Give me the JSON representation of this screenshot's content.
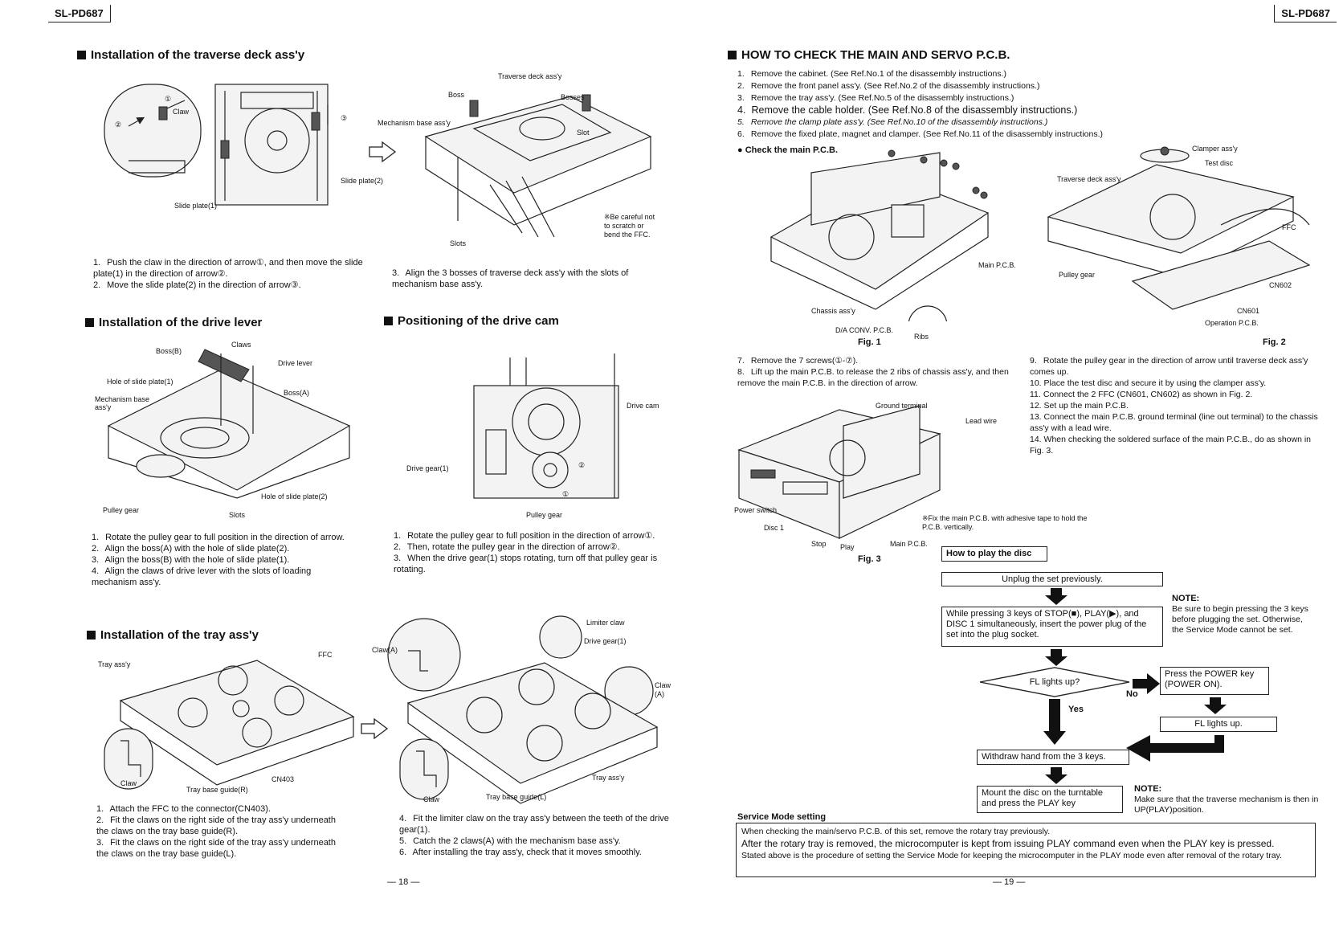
{
  "model": "SL-PD687",
  "left": {
    "traverse": {
      "title": "Installation of the traverse deck ass'y",
      "labels": {
        "claw": "Claw",
        "circle1": "①",
        "circle2": "②",
        "circle3": "③",
        "slide_plate1": "Slide plate(1)",
        "slide_plate2": "Slide plate(2)",
        "traverse_deck": "Traverse deck ass'y",
        "boss": "Boss",
        "bosses": "Bosses",
        "mechanism_base": "Mechanism base ass'y",
        "slot": "Slot",
        "slots": "Slots",
        "note": "※Be careful not to scratch or bend the FFC."
      },
      "steps_a": [
        {
          "n": "1.",
          "t": "Push the claw in the direction of arrow①, and then move the slide plate(1) in the direction of arrow②."
        },
        {
          "n": "2.",
          "t": "Move the slide plate(2) in the direction of arrow③."
        }
      ],
      "steps_b": [
        {
          "n": "3.",
          "t": "Align the 3 bosses of traverse deck ass'y with the slots of mechanism base ass'y."
        }
      ]
    },
    "drive_lever": {
      "title": "Installation of the drive lever",
      "labels": {
        "claws": "Claws",
        "boss_b": "Boss(B)",
        "drive_lever": "Drive lever",
        "hole1": "Hole of slide plate(1)",
        "boss_a": "Boss(A)",
        "mech_base": "Mechanism base ass'y",
        "pulley": "Pulley gear",
        "slots": "Slots",
        "hole2": "Hole of slide plate(2)"
      },
      "steps": [
        {
          "n": "1.",
          "t": "Rotate the pulley gear to full position in the direction of arrow."
        },
        {
          "n": "2.",
          "t": "Align the boss(A) with the hole of slide plate(2)."
        },
        {
          "n": "3.",
          "t": "Align the boss(B) with the hole of slide plate(1)."
        },
        {
          "n": "4.",
          "t": "Align the claws of drive lever with the slots of loading mechanism ass'y."
        }
      ]
    },
    "drive_cam": {
      "title": "Positioning of the drive cam",
      "labels": {
        "drive_cam": "Drive cam",
        "drive_gear1": "Drive gear(1)",
        "pulley": "Pulley gear",
        "c1": "①",
        "c2": "②"
      },
      "steps": [
        {
          "n": "1.",
          "t": "Rotate the pulley gear to full position in the direction of arrow①."
        },
        {
          "n": "2.",
          "t": "Then, rotate the pulley gear in the direction of arrow②."
        },
        {
          "n": "3.",
          "t": "When the drive gear(1) stops rotating, turn off that pulley gear is rotating."
        }
      ]
    },
    "tray": {
      "title": "Installation of the tray ass'y",
      "labels": {
        "tray_assy": "Tray ass'y",
        "ffc": "FFC",
        "claw": "Claw",
        "tray_base_r": "Tray base guide(R)",
        "cn403": "CN403",
        "claw_a": "Claw(A)",
        "limiter": "Limiter claw",
        "drive_gear1": "Drive gear(1)",
        "claw_a2": "Claw (A)",
        "tray_assy2": "Tray ass'y",
        "claw2": "Claw",
        "tray_base_l": "Tray base guide(L)"
      },
      "steps_a": [
        {
          "n": "1.",
          "t": "Attach the FFC to the connector(CN403)."
        },
        {
          "n": "2.",
          "t": "Fit the claws on the right side of the tray ass'y underneath the claws on the tray base guide(R)."
        },
        {
          "n": "3.",
          "t": "Fit the claws on the right side of the tray ass'y underneath the claws on the tray base guide(L)."
        }
      ],
      "steps_b": [
        {
          "n": "4.",
          "t": "Fit the limiter claw on the tray ass'y between the teeth of the drive gear(1)."
        },
        {
          "n": "5.",
          "t": "Catch the 2 claws(A) with the mechanism base ass'y."
        },
        {
          "n": "6.",
          "t": "After installing the tray ass'y, check that it moves smoothly."
        }
      ]
    },
    "page": "— 18 —"
  },
  "right": {
    "title": "HOW TO CHECK THE MAIN AND SERVO P.C.B.",
    "steps_top": [
      {
        "n": "1.",
        "t": "Remove the cabinet. (See Ref.No.1 of the disassembly instructions.)"
      },
      {
        "n": "2.",
        "t": "Remove the front panel ass'y. (See Ref.No.2 of the disassembly instructions.)"
      },
      {
        "n": "3.",
        "t": "Remove the tray ass'y. (See Ref.No.5 of the disassembly instructions.)"
      },
      {
        "n": "4.",
        "t": "Remove the cable holder. (See Ref.No.8 of the disassembly instructions.)"
      },
      {
        "n": "5.",
        "t": "Remove the clamp plate ass'y. (See Ref.No.10 of the disassembly instructions.)"
      },
      {
        "n": "6.",
        "t": "Remove the fixed plate, magnet and clamper. (See Ref.No.11 of the disassembly instructions.)"
      }
    ],
    "check_main": "● Check the main P.C.B.",
    "fig1": {
      "main_pcb": "Main P.C.B.",
      "chassis": "Chassis ass'y",
      "da_conv": "D/A CONV. P.C.B.",
      "ribs": "Ribs",
      "caption": "Fig. 1"
    },
    "fig2": {
      "clamper": "Clamper ass'y",
      "test_disc": "Test disc",
      "traverse": "Traverse deck ass'y",
      "ffc": "FFC",
      "pulley": "Pulley gear",
      "cn602": "CN602",
      "cn601": "CN601",
      "operation": "Operation P.C.B.",
      "caption": "Fig. 2"
    },
    "steps_mid": [
      {
        "n": "7.",
        "t": "Remove the 7 screws(①-⑦)."
      },
      {
        "n": "8.",
        "t": "Lift up the main P.C.B. to release the 2 ribs of chassis ass'y, and then remove the main P.C.B. in the direction of arrow."
      }
    ],
    "steps_right": [
      {
        "n": "9.",
        "t": "Rotate the pulley gear in the direction of arrow until traverse deck ass'y comes up."
      },
      {
        "n": "10.",
        "t": "Place the test disc and secure it by using the clamper ass'y."
      },
      {
        "n": "11.",
        "t": "Connect the 2 FFC (CN601, CN602) as shown in Fig. 2."
      },
      {
        "n": "12.",
        "t": "Set up the main P.C.B."
      },
      {
        "n": "13.",
        "t": "Connect the main P.C.B. ground terminal (line out terminal) to the chassis ass'y with a lead wire."
      },
      {
        "n": "14.",
        "t": "When checking the soldered surface of the main P.C.B., do as shown in Fig. 3."
      }
    ],
    "fig3": {
      "ground": "Ground terminal",
      "lead": "Lead wire",
      "power": "Power switch",
      "disc1": "Disc 1",
      "stop": "Stop",
      "play": "Play",
      "main": "Main P.C.B.",
      "note": "※Fix the main P.C.B. with adhesive tape to hold the P.C.B. vertically.",
      "caption": "Fig. 3"
    },
    "flow": {
      "title": "How to play the disc",
      "unplug": "Unplug the set previously.",
      "while": "While pressing 3 keys of STOP(■), PLAY(▶), and DISC 1 simultaneously, insert the power plug of the set into the plug socket.",
      "note_title": "NOTE:",
      "note": "Be sure to begin pressing the 3 keys before plugging the set. Otherwise, the Service Mode cannot be set.",
      "fl": "FL lights up?",
      "no": "No",
      "yes": "Yes",
      "press": "Press the POWER key (POWER ON).",
      "fl_up": "FL lights up.",
      "withdraw": "Withdraw hand from the 3 keys.",
      "mount": "Mount the disc on the turntable and press the PLAY key",
      "note2_title": "NOTE:",
      "note2": "Make sure that the traverse mechanism is then in UP(PLAY)position."
    },
    "service": {
      "title": "Service Mode setting",
      "line1": "When checking the main/servo P.C.B. of this set, remove the rotary tray previously.",
      "line2": "After the rotary tray is removed, the microcomputer is kept from issuing PLAY command even when the PLAY key is pressed.",
      "line3": "Stated above is the procedure of setting the Service Mode for keeping the microcomputer in the PLAY mode even after removal of the rotary tray."
    },
    "page": "— 19 —"
  }
}
